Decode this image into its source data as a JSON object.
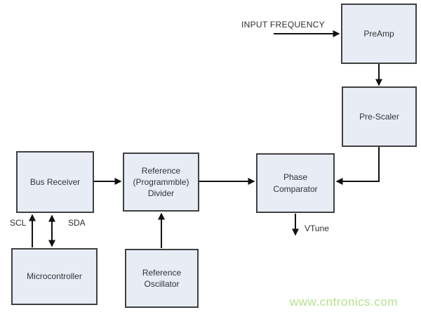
{
  "diagram": {
    "blocks": {
      "preamp": {
        "label": "PreAmp"
      },
      "prescaler": {
        "label": "Pre-Scaler"
      },
      "bus_receiver": {
        "label": "Bus Receiver"
      },
      "reference_divider": {
        "label": "Reference\n(Programmble)\nDivider"
      },
      "phase_comparator": {
        "label": "Phase\nComparator"
      },
      "microcontroller": {
        "label": "Microcontroller"
      },
      "reference_oscillator": {
        "label": "Reference\nOscillator"
      }
    },
    "labels": {
      "input_frequency": "INPUT FREQUENCY",
      "scl": "SCL",
      "sda": "SDA",
      "vtune": "VTune"
    },
    "watermark": "www.cntronics.com",
    "colors": {
      "block_fill": "#e7ecf5",
      "block_border": "#404040",
      "connector": "#111111",
      "watermark_green": "#b4e18f"
    }
  }
}
